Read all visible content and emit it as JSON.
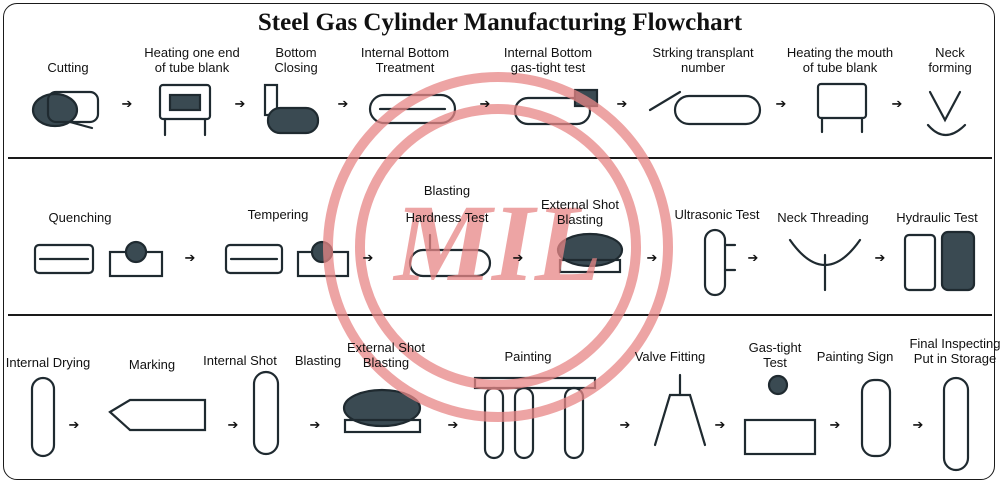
{
  "title": "Steel Gas Cylinder Manufacturing Flowchart",
  "watermark": {
    "text": "MIL",
    "color": "#e88686"
  },
  "rows": [
    {
      "steps": [
        "Cutting",
        "Heating one end\nof tube blank",
        "Bottom\nClosing",
        "Internal Bottom\nTreatment",
        "Internal Bottom\ngas-tight test",
        "Strking transplant\nnumber",
        "Heating the mouth\nof tube blank",
        "Neck\nforming"
      ]
    },
    {
      "steps": [
        "Quenching",
        "Tempering",
        "Blasting",
        "Hardness Test",
        "External Shot\nBlasting",
        "Ultrasonic Test",
        "Neck Threading",
        "Hydraulic Test"
      ]
    },
    {
      "steps": [
        "Internal Drying",
        "Marking",
        "Internal Shot",
        "Blasting",
        "External Shot\nBlasting",
        "Painting",
        "Valve Fitting",
        "Gas-tight\nTest",
        "Painting Sign",
        "Final Inspecting\nPut in Storage"
      ]
    }
  ],
  "arrow_glyph": "➔"
}
